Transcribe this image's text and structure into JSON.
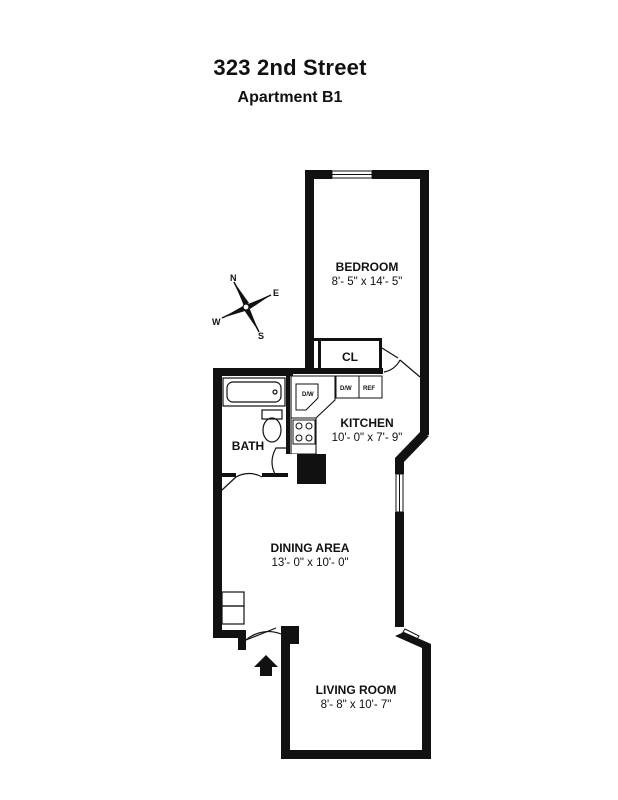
{
  "header": {
    "address": "323 2nd Street",
    "unit": "Apartment B1"
  },
  "rooms": {
    "bedroom": {
      "name": "BEDROOM",
      "dims": "8'- 5\" x 14'- 5\""
    },
    "closet": {
      "name": "CL"
    },
    "kitchen": {
      "name": "KITCHEN",
      "dims": "10'- 0\" x 7'- 9\""
    },
    "bath": {
      "name": "BATH"
    },
    "dining": {
      "name": "DINING AREA",
      "dims": "13'- 0\" x 10'- 0\""
    },
    "living": {
      "name": "LIVING ROOM",
      "dims": "8'- 8\" x 10'- 7\""
    }
  },
  "appliances": {
    "dishwasher": "D/W",
    "refrigerator": "REF"
  },
  "compass": {
    "n": "N",
    "s": "S",
    "e": "E",
    "w": "W"
  },
  "colors": {
    "wall": "#111111",
    "background": "#ffffff"
  }
}
